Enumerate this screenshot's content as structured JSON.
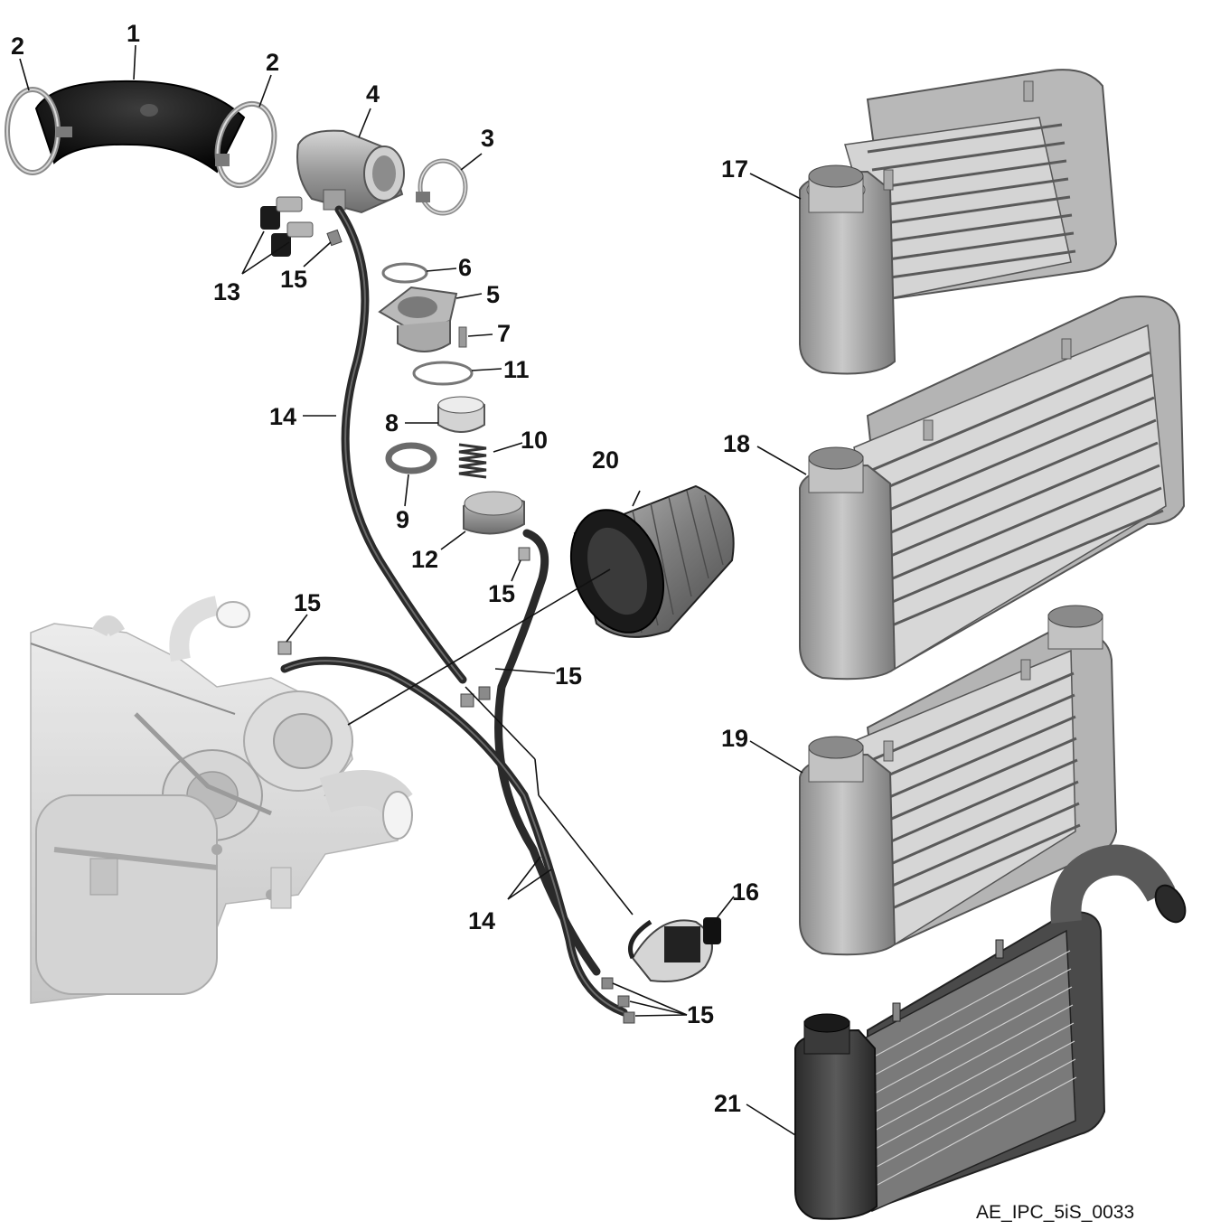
{
  "callouts": {
    "c1": "1",
    "c2a": "2",
    "c2b": "2",
    "c3": "3",
    "c4": "4",
    "c5": "5",
    "c6": "6",
    "c7": "7",
    "c8": "8",
    "c9": "9",
    "c10": "10",
    "c11": "11",
    "c12": "12",
    "c13": "13",
    "c14a": "14",
    "c14b": "14",
    "c15a": "15",
    "c15b": "15",
    "c15c": "15",
    "c15d": "15",
    "c15e": "15",
    "c16": "16",
    "c17": "17",
    "c18": "18",
    "c19": "19",
    "c20": "20",
    "c21": "21"
  },
  "reference": "AE_IPC_5iS_0033"
}
